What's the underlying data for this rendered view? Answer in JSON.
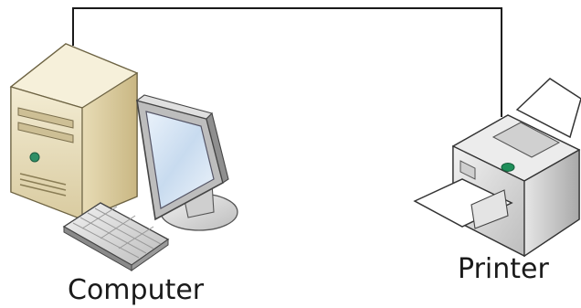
{
  "nodes": [
    {
      "id": "computer",
      "label": "Computer",
      "icon": "desktop-computer-icon"
    },
    {
      "id": "printer",
      "label": "Printer",
      "icon": "printer-icon"
    }
  ],
  "edges": [
    {
      "from": "computer",
      "to": "printer",
      "style": "solid"
    }
  ],
  "colors": {
    "background": "#ffffff",
    "connector": "#1a1a1a",
    "tower_beige": "#e9dfbd",
    "monitor_screen": "#cfe0f2",
    "printer_grey": "#dcdcdc",
    "printer_led": "#1f8f5a"
  }
}
